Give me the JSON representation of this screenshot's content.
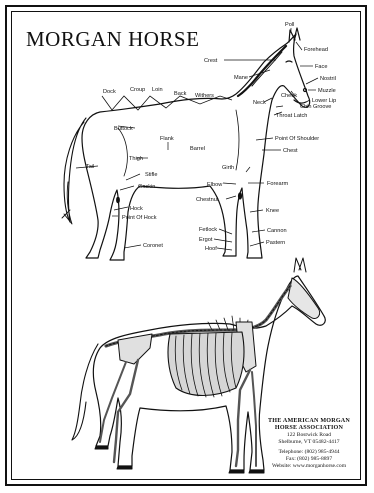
{
  "title": "MORGAN HORSE",
  "labels": [
    "Poll",
    "Forehead",
    "Crest",
    "Face",
    "Mane",
    "Nostril",
    "Muzzle",
    "Cheek",
    "Lower Lip",
    "Chin Groove",
    "Neck",
    "Throat Latch",
    "Dock",
    "Croup",
    "Loin",
    "Back",
    "Withers",
    "Buttock",
    "Flank",
    "Barrel",
    "Point Of Shoulder",
    "Chest",
    "Thigh",
    "Girth",
    "Stifle",
    "Forearm",
    "Elbow",
    "Gaskin",
    "Chestnut",
    "Tail",
    "Hock",
    "Point Of Hock",
    "Knee",
    "Fetlock",
    "Cannon",
    "Ergot",
    "Hoof",
    "Pastern",
    "Coronet"
  ],
  "association": {
    "name_line1": "THE AMERICAN MORGAN",
    "name_line2": "HORSE ASSOCIATION",
    "street": "122 Bostwick Road",
    "city": "Shelburne, VT 05482-4417",
    "telephone": "Telephone: (802) 985-4944",
    "fax": "Fax: (802) 985-8897",
    "website": "Website: www.morganhorse.com"
  },
  "colors": {
    "ink": "#111111",
    "paper": "#ffffff",
    "skeleton": "#d0d0d0"
  }
}
